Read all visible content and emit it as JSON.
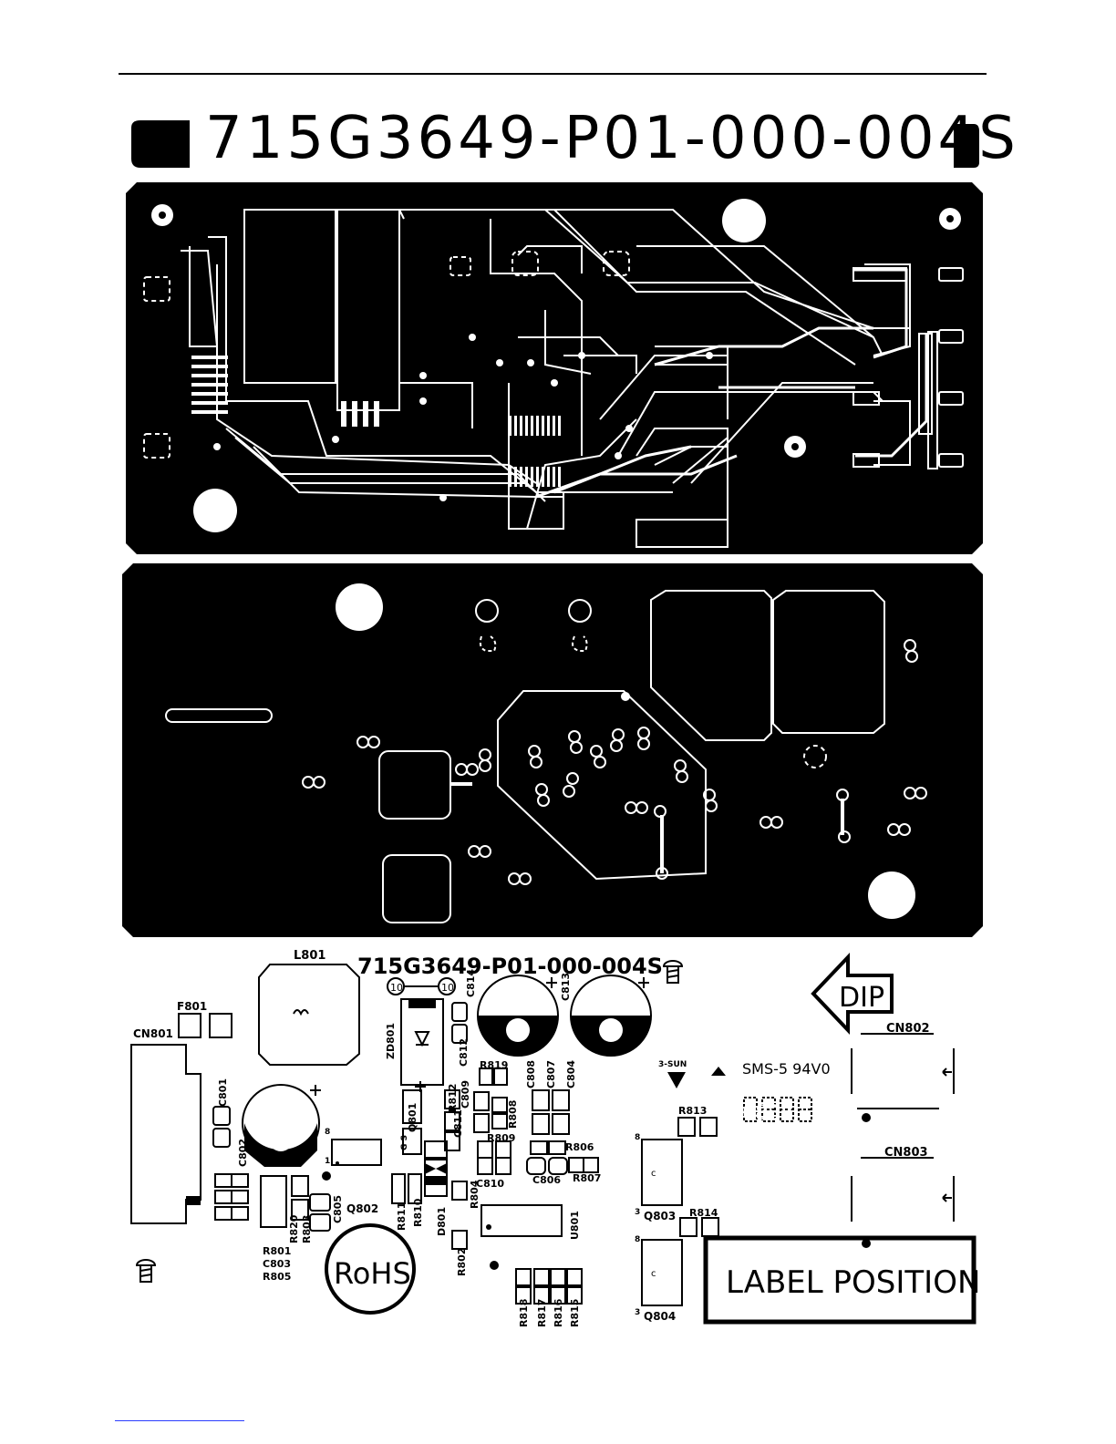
{
  "board": {
    "part_number": "715G3649-P01-000-004S"
  },
  "silkscreen": {
    "part_number": "715G3649-P01-000-004S",
    "dip_label": "DIP",
    "manufacturer": "3-SUN",
    "material": "SMS-5 94V0",
    "date_code": "0888",
    "rohs": "RoHS",
    "label_position": "LABEL POSITION",
    "ten_left": "10",
    "ten_right": "10",
    "gs": "G S",
    "components": {
      "L801": "L801",
      "F801": "F801",
      "CN801": "CN801",
      "CN802": "CN802",
      "CN803": "CN803",
      "ZD801": "ZD801",
      "C814": "C814",
      "C813": "C813",
      "C812": "C812",
      "C809": "C809",
      "C808": "C808",
      "C807": "C807",
      "C804": "C804",
      "C811": "C811",
      "C810": "C810",
      "C806": "C806",
      "C801": "C801",
      "C802": "C802",
      "C805": "C805",
      "C803": "C803",
      "R819": "R819",
      "R812": "R812",
      "R808": "R808",
      "R809": "R809",
      "R806": "R806",
      "R807": "R807",
      "R813": "R813",
      "R814": "R814",
      "R804": "R804",
      "R811": "R811",
      "R810": "R810",
      "R802": "R802",
      "R820": "R820",
      "R803": "R803",
      "R801": "R801",
      "R805": "R805",
      "R818": "R818",
      "R817": "R817",
      "R816": "R816",
      "R815": "R815",
      "Q801": "Q801",
      "Q802": "Q802",
      "Q803": "Q803",
      "Q804": "Q804",
      "D801": "D801",
      "U801": "U801",
      "pin_8a": "8",
      "pin_3a": "3",
      "pin_8b": "8",
      "pin_3b": "3",
      "pin_c_a": "c",
      "pin_c_b": "c",
      "pin_1": "1",
      "pin_8c": "8"
    }
  }
}
